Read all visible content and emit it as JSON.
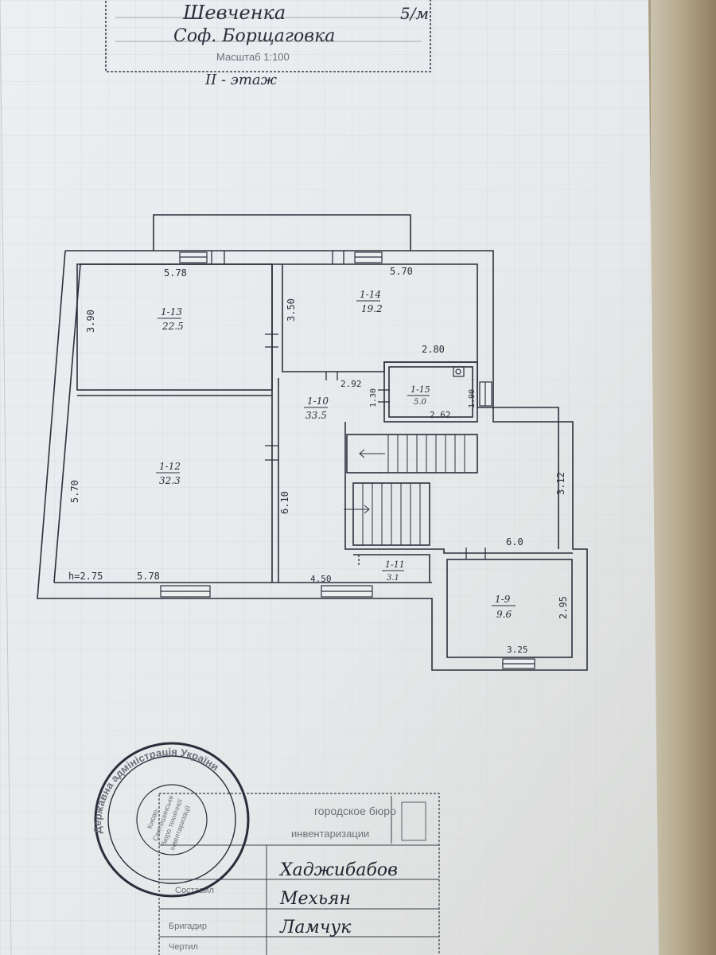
{
  "header_stamp": {
    "street": "Шевченка",
    "house_no": "5/м",
    "city": "Соф. Борщаговка",
    "scale": "Масштаб 1:100",
    "floor": "II - этаж"
  },
  "rooms": [
    {
      "id": "1-13",
      "area": "22.5"
    },
    {
      "id": "1-14",
      "area": "19.2"
    },
    {
      "id": "1-15",
      "area": "5.0"
    },
    {
      "id": "1-10",
      "area": "33.5"
    },
    {
      "id": "1-12",
      "area": "32.3"
    },
    {
      "id": "1-11",
      "area": "3.1"
    },
    {
      "id": "1-9",
      "area": "9.6"
    }
  ],
  "dimensions": {
    "d_578_top": "5.78",
    "d_570_top": "5.70",
    "d_390": "3.90",
    "d_350": "3.50",
    "d_280": "2.80",
    "d_292": "2.92",
    "d_130": "1.30",
    "d_190": "1.90",
    "d_262": "2.62",
    "d_570_left": "5.70",
    "d_610": "6.10",
    "d_312": "3.12",
    "d_60": "6.0",
    "d_h": "h=2.75",
    "d_578_bottom": "5.78",
    "d_450": "4.50",
    "d_295": "2.95",
    "d_325": "3.25"
  },
  "round_seal": {
    "outer_text": "Державна адміністрація України",
    "center_lines": [
      "Києво-",
      "Святошинське",
      "бюро технічної",
      "інвентаризації"
    ]
  },
  "title_block": {
    "office": "городское бюро",
    "office_sub": "инвентаризации",
    "signatures": [
      "Хаджибабов",
      "Мехьян",
      "Ламчук"
    ],
    "labels": [
      "Составил",
      "Бригадир",
      "Чертил"
    ]
  }
}
